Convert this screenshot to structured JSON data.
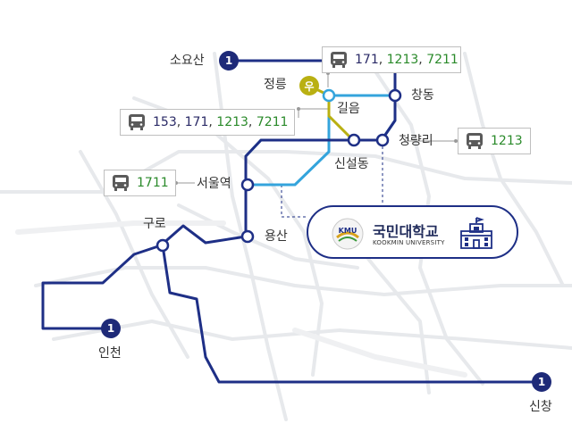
{
  "colors": {
    "line1": "#1e2f86",
    "line_blue": "#34a4dc",
    "line_yellow": "#b9b012",
    "bus_trunk": "#2a2a66",
    "bus_green": "#2a8a2a",
    "bg_map": "#e7e9ec"
  },
  "badges": {
    "line1_number": "1",
    "ui_line_label": "우"
  },
  "stations": {
    "soyosan": "소요산",
    "jeongneung": "정릉",
    "gireum": "길음",
    "changdong": "창동",
    "cheongnyangni": "청량리",
    "sinseoldong": "신설동",
    "seoulstation": "서울역",
    "yongsan": "용산",
    "guro": "구로",
    "incheon": "인천",
    "sinchang": "신창"
  },
  "bus_boxes": {
    "top": {
      "icon": "bus-icon",
      "routes": [
        {
          "num": "171",
          "color": "#2a2a66"
        },
        {
          "num": "1213",
          "color": "#2a8a2a"
        },
        {
          "num": "7211",
          "color": "#2a8a2a"
        }
      ]
    },
    "left": {
      "icon": "bus-icon",
      "routes": [
        {
          "num": "153",
          "color": "#2a2a66"
        },
        {
          "num": "171",
          "color": "#2a2a66"
        },
        {
          "num": "1213",
          "color": "#2a8a2a"
        },
        {
          "num": "7211",
          "color": "#2a8a2a"
        }
      ]
    },
    "right": {
      "icon": "bus-icon",
      "routes": [
        {
          "num": "1213",
          "color": "#2a8a2a"
        }
      ]
    },
    "seoul": {
      "icon": "bus-icon",
      "routes": [
        {
          "num": "1711",
          "color": "#2a8a2a"
        }
      ]
    }
  },
  "destination": {
    "logo_text": "KMU",
    "name": "국민대학교",
    "subtitle": "KOOKMIN UNIVERSITY",
    "icon": "university-building-icon"
  }
}
